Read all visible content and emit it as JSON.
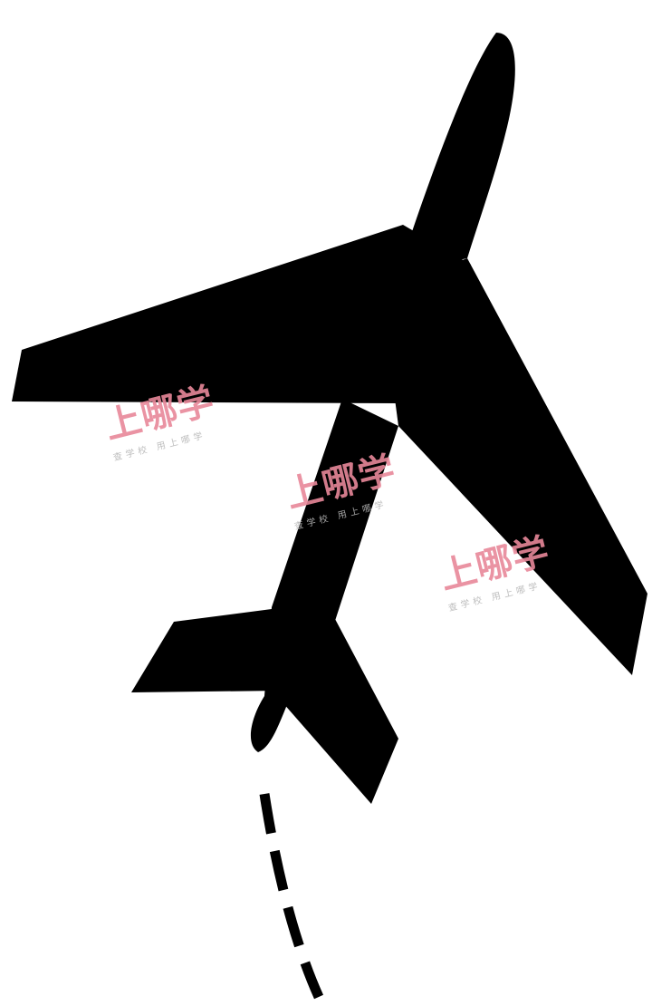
{
  "figure": {
    "subject": "airplane-icon",
    "fill_color": "#000000",
    "background_color": "#ffffff"
  },
  "watermarks": [
    {
      "main": "上哪学",
      "sub": "查学校  用上哪学"
    },
    {
      "main": "上哪学",
      "sub": "查学校  用上哪学"
    },
    {
      "main": "上哪学",
      "sub": "查学校  用上哪学"
    }
  ],
  "watermark_colors": {
    "main": "#e8889a",
    "sub": "#b7b7b7"
  }
}
